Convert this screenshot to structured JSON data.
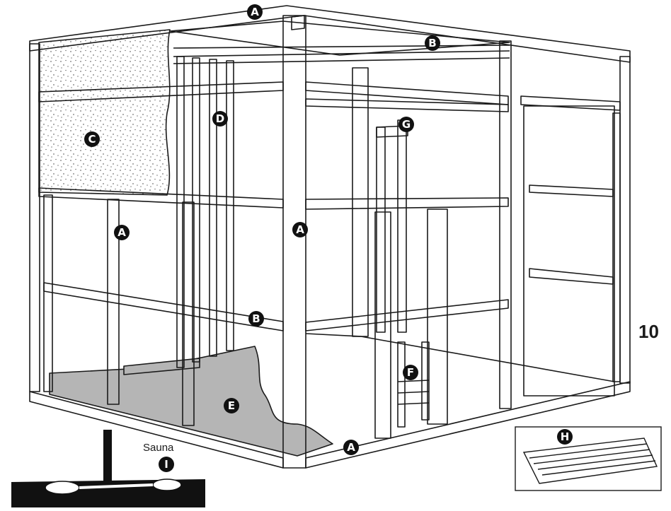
{
  "figure_number": "10",
  "inset_caption": "Sauna",
  "callouts": {
    "a_top": "A",
    "a_left": "A",
    "a_center": "A",
    "a_bottom": "A",
    "b_top": "B",
    "b_middle": "B",
    "c": "C",
    "d": "D",
    "e": "E",
    "f": "F",
    "g": "G",
    "h": "H",
    "i": "I"
  },
  "colors": {
    "line": "#1a1a1a",
    "badge": "#111111",
    "floor_fill": "#b5b5b5",
    "ground_fill": "#111111"
  }
}
